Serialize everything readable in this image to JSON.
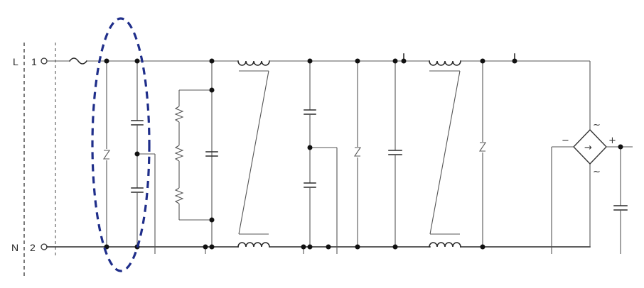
{
  "diagram": {
    "terminals": {
      "line_letter": "L",
      "line_number": "1",
      "neutral_letter": "N",
      "neutral_number": "2"
    },
    "rectifier": {
      "minus_label": "−",
      "plus_label": "+",
      "ac_label_top": "~",
      "ac_label_bottom": "~",
      "arrow_label": "→"
    },
    "highlight_color": "#1f2e8a"
  }
}
